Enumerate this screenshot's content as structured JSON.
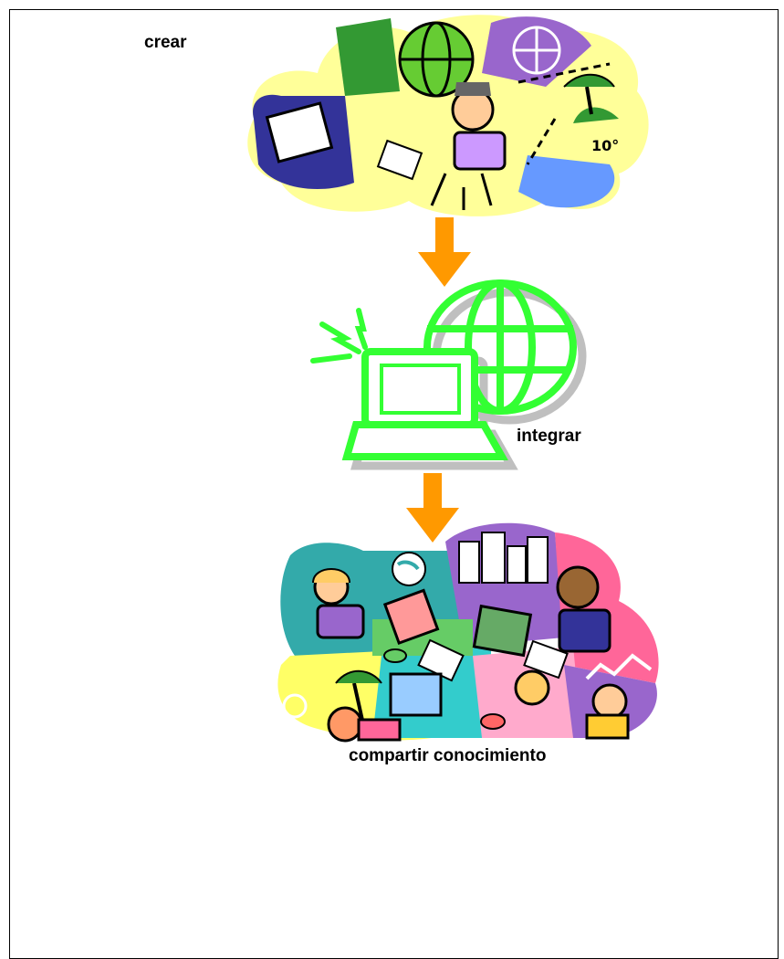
{
  "labels": {
    "crear": "crear",
    "integrar": "integrar",
    "compartir": "compartir conocimiento"
  },
  "icons": {
    "crear": "person-at-computer-collage-icon",
    "integrar": "computer-globe-network-icon",
    "compartir": "people-collaborating-collage-icon",
    "arrow": "down-arrow-icon"
  },
  "colors": {
    "arrow": "#FF9900",
    "network": "#33FF33",
    "shadow": "#BFBFBF",
    "text": "#000000"
  }
}
